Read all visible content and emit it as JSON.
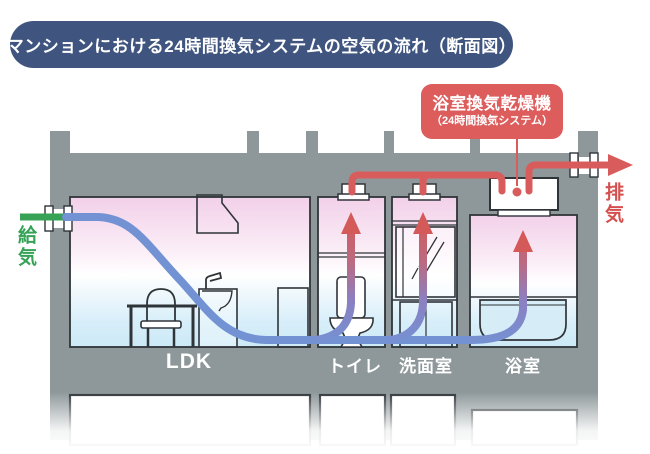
{
  "title": "マンションにおける24時間換気システムの空気の流れ（断面図）",
  "callout": {
    "line1": "浴室換気乾燥機",
    "line2": "（24時間換気システム）"
  },
  "flow_labels": {
    "supply": "給気",
    "exhaust": "排気"
  },
  "rooms": [
    {
      "name": "LDK"
    },
    {
      "name": "トイレ"
    },
    {
      "name": "洗面室"
    },
    {
      "name": "浴室"
    }
  ],
  "icons": [
    "kitchen-hood-icon",
    "sink-icon",
    "faucet-icon",
    "table-icon",
    "chair-icon",
    "cabinet-icon",
    "toilet-icon",
    "mirror-icon",
    "vanity-cabinet-icon",
    "bathtub-icon",
    "supply-vent-icon",
    "exhaust-vent-icon",
    "ceiling-vent-icon",
    "ventilation-unit-icon",
    "supply-arrow",
    "exhaust-arrow",
    "airflow-arrow"
  ],
  "colors": {
    "title_bg": "#3f5580",
    "callout_bg": "#dd5c5c",
    "supply_green": "#35a256",
    "exhaust_red": "#d4504f",
    "duct_red": "#d95c5c",
    "wall_gray": "#8e989b",
    "flow_blue": "#7392d3",
    "room_pink": "#f2d0e9",
    "room_blue": "#cce9f6",
    "outline": "#2f3439",
    "label_text": "#ffffff"
  }
}
